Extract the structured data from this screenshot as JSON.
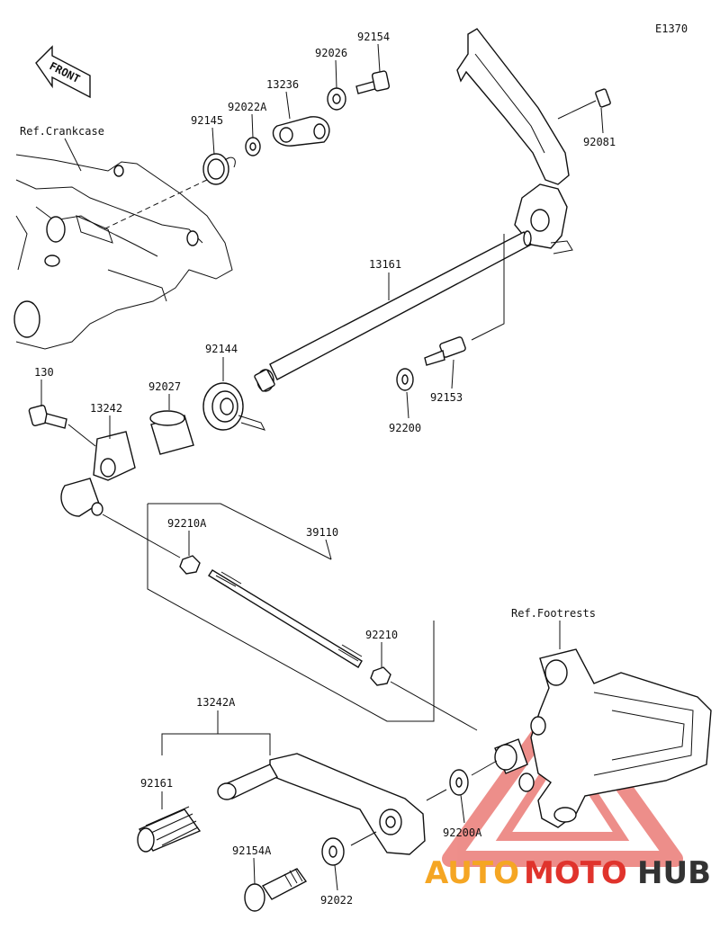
{
  "diagram_code": "E1370",
  "front_label": "FRONT",
  "ref_labels": {
    "crankcase": "Ref.Crankcase",
    "footrests": "Ref.Footrests"
  },
  "parts": {
    "p92154": "92154",
    "p92026": "92026",
    "p13236": "13236",
    "p92022A": "92022A",
    "p92145": "92145",
    "p92081": "92081",
    "p13161": "13161",
    "p92144": "92144",
    "p92027": "92027",
    "p130": "130",
    "p13242": "13242",
    "p92200": "92200",
    "p92153": "92153",
    "p92210A": "92210A",
    "p39110": "39110",
    "p92210": "92210",
    "p13242A": "13242A",
    "p92161": "92161",
    "p92154A": "92154A",
    "p92022": "92022",
    "p92200A": "92200A"
  },
  "watermark": {
    "part1": "AUTO",
    "part2": "MOTO",
    "part3": "HUB",
    "color_orange": "#f5a623",
    "color_red": "#e0332c",
    "color_dark": "#333333"
  }
}
